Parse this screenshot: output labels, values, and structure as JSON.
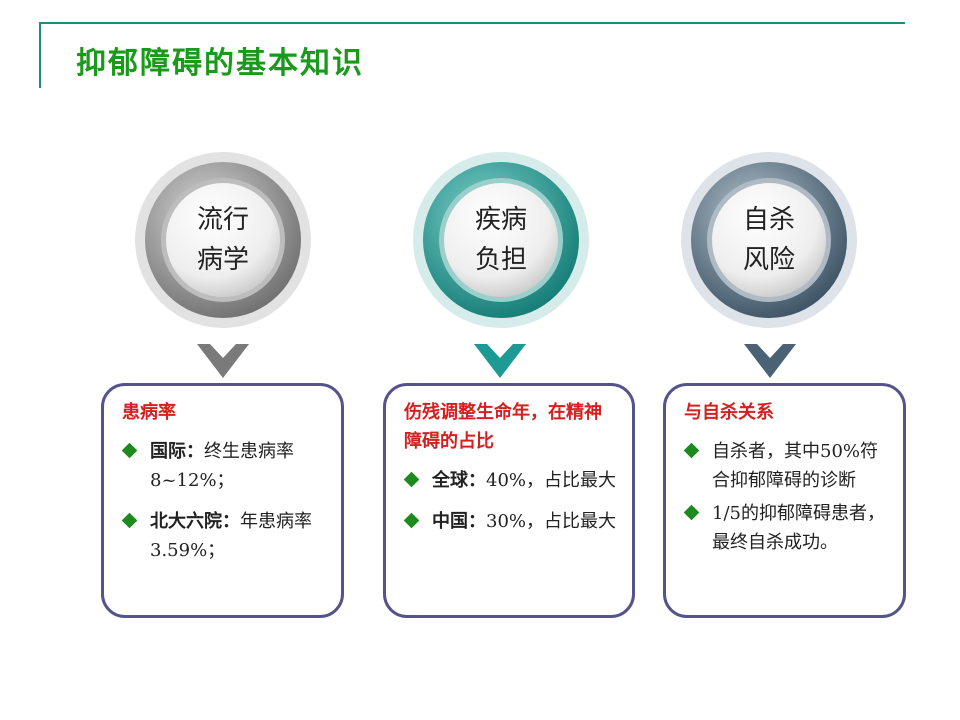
{
  "page": {
    "title": "抑郁障碍的基本知识"
  },
  "circles": [
    {
      "line1": "流行",
      "line2": "病学",
      "ring_color": "#8a8a8a"
    },
    {
      "line1": "疾病",
      "line2": "负担",
      "ring_color": "#1e9a94"
    },
    {
      "line1": "自杀",
      "line2": "风险",
      "ring_color": "#4a6274"
    }
  ],
  "cards": [
    {
      "heading": "患病率",
      "items": [
        {
          "label": "国际：",
          "text": "终生患病率8~12%；"
        },
        {
          "label": "北大六院：",
          "text": "年患病率3.59%；"
        }
      ]
    },
    {
      "heading": "伤残调整生命年，在精神障碍的占比",
      "items": [
        {
          "label": "全球：",
          "text": "40%，占比最大"
        },
        {
          "label": "中国：",
          "text": "30%，占比最大"
        }
      ]
    },
    {
      "heading": "与自杀关系",
      "items": [
        {
          "label": "",
          "text": "自杀者，其中50%符合抑郁障碍的诊断"
        },
        {
          "label": "",
          "text": "1/5的抑郁障碍患者，最终自杀成功。"
        }
      ]
    }
  ],
  "colors": {
    "title": "#1a9a1a",
    "heading": "#d42020",
    "bullet": "#1c8a1c",
    "card_border": "#55548a",
    "frame_line": "#1f8a7e"
  }
}
